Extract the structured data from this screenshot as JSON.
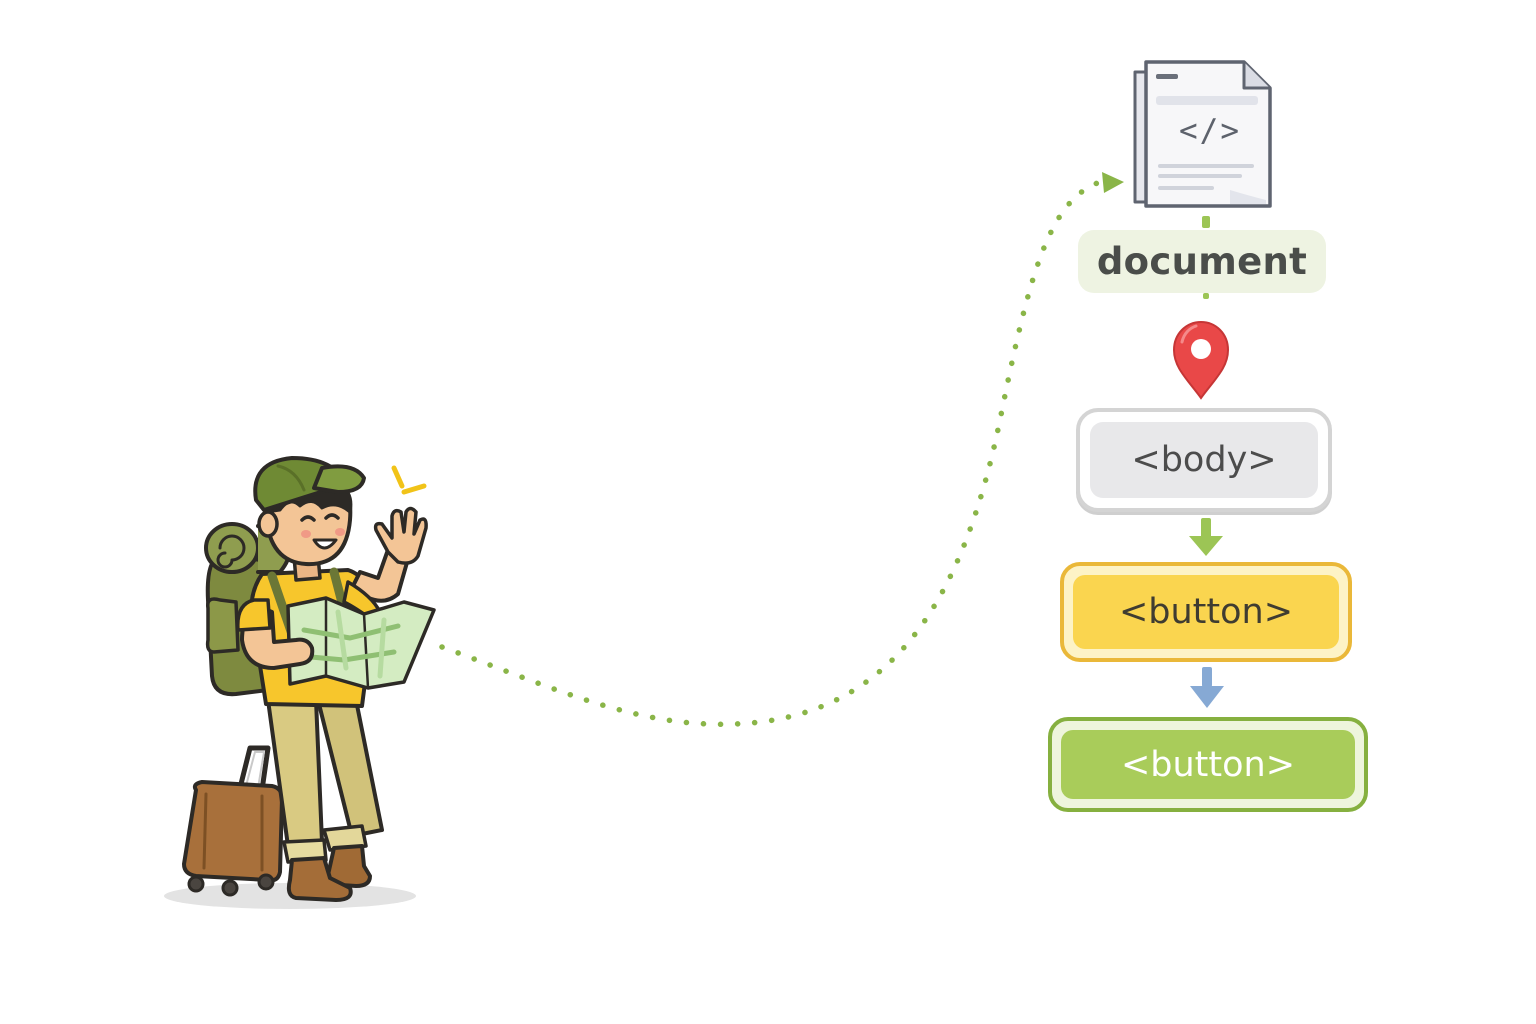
{
  "diagram": {
    "nodes": {
      "document": "document",
      "body": "<body>",
      "button_primary": "<button>",
      "button_secondary": "<button>"
    },
    "file_icon": {
      "code_glyph": "</>"
    },
    "icons": [
      "traveler-illustration",
      "map-icon",
      "backpack-icon",
      "suitcase-icon",
      "file-code-icon",
      "location-pin-icon",
      "arrow-down-icon"
    ],
    "colors": {
      "path_dots": "#8ab548",
      "pin": "#e94848",
      "document_fill": "#eef3e2",
      "body_fill": "#e8e8ea",
      "button_primary_fill": "#fad54f",
      "button_secondary_fill": "#a9cc5a",
      "arrow_green": "#9cc555",
      "arrow_blue": "#86a9d4"
    }
  }
}
